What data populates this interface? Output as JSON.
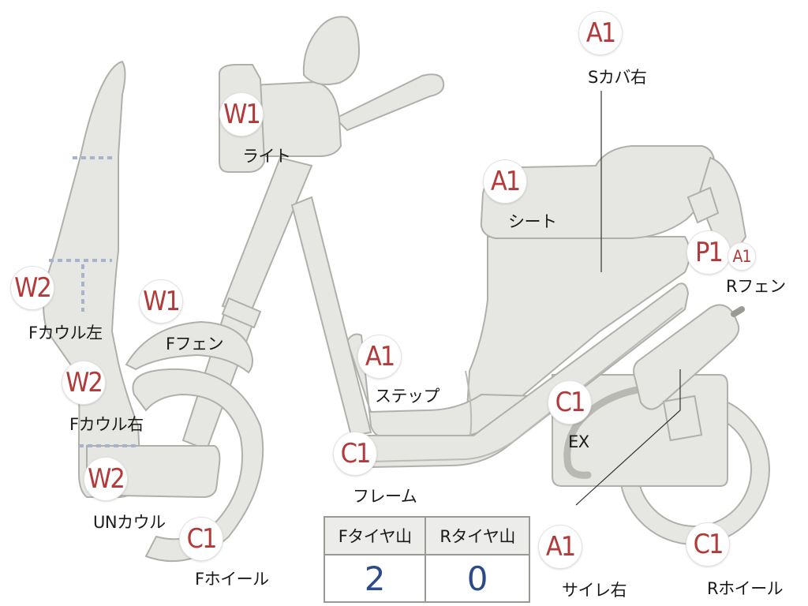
{
  "parts": {
    "s_cover_right": {
      "code": "A1",
      "name": "Sカバ右"
    },
    "light": {
      "code": "W1",
      "name": "ライト"
    },
    "seat": {
      "code": "A1",
      "name": "シート"
    },
    "r_fender": {
      "code": "P1",
      "code2": "A1",
      "name": "Rフェン"
    },
    "f_cowl_left": {
      "code": "W2",
      "name": "Fカウル左"
    },
    "f_fender": {
      "code": "W1",
      "name": "Fフェン"
    },
    "step": {
      "code": "A1",
      "name": "ステップ"
    },
    "f_cowl_right": {
      "code": "W2",
      "name": "Fカウル右"
    },
    "exhaust": {
      "code": "C1",
      "name": "EX"
    },
    "frame": {
      "code": "C1",
      "name": "フレーム"
    },
    "un_cowl": {
      "code": "W2",
      "name": "UNカウル"
    },
    "f_wheel": {
      "code": "C1",
      "name": "Fホイール"
    },
    "side_cover_right": {
      "code": "A1",
      "name": "サイレ右"
    },
    "r_wheel": {
      "code": "C1",
      "name": "Rホイール"
    }
  },
  "tire_table": {
    "headers": [
      "Fタイヤ山",
      "Rタイヤ山"
    ],
    "values": [
      "2",
      "0"
    ]
  },
  "colors": {
    "code_text": "#b23a3a",
    "value_text": "#2c4a8a",
    "part_fill": "#e6e6e3",
    "outline": "#b0b0ab"
  }
}
